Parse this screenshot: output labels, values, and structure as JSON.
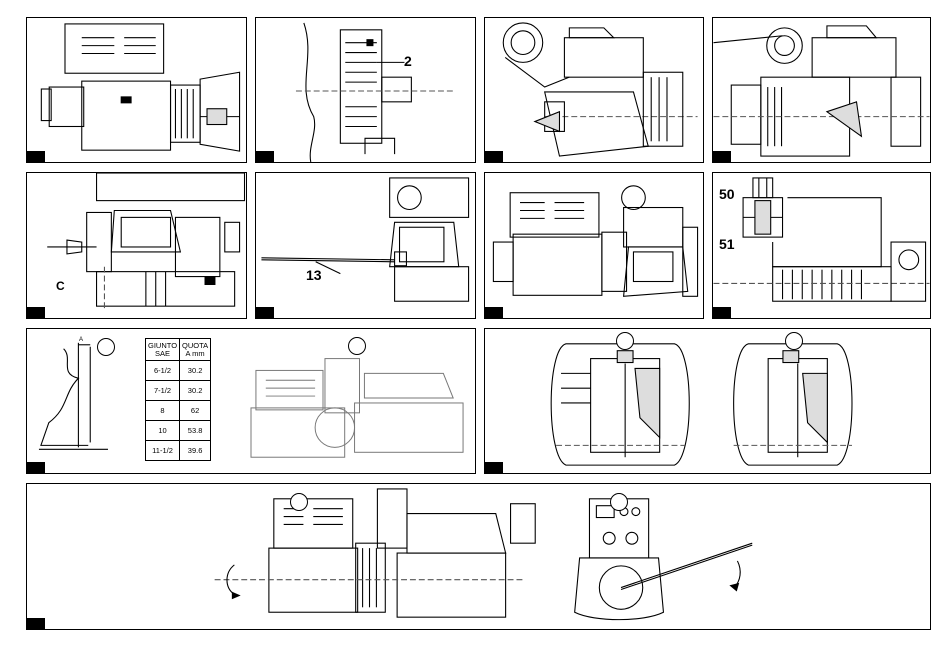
{
  "callouts": {
    "p2": "2",
    "p5": "C",
    "p6": "13",
    "p8_top": "50",
    "p8_bottom": "51"
  },
  "coupling_table": {
    "headers": [
      {
        "line1": "GIUNTO",
        "line2": "SAE"
      },
      {
        "line1": "QUOTA",
        "line2": "A mm"
      }
    ],
    "rows": [
      [
        "6-1/2",
        "30.2"
      ],
      [
        "7-1/2",
        "30.2"
      ],
      [
        "8",
        "62"
      ],
      [
        "10",
        "53.8"
      ],
      [
        "11-1/2",
        "39.6"
      ]
    ]
  },
  "dimension_label": "A"
}
